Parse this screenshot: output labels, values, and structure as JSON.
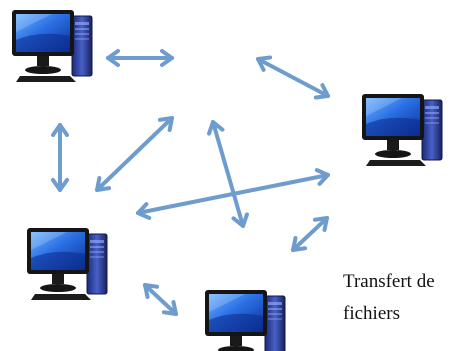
{
  "diagram": {
    "caption_line1": "Transfert de",
    "caption_line2": "fichiers",
    "nodes": [
      {
        "id": "computer-1",
        "icon": "desktop-computer-icon"
      },
      {
        "id": "computer-2",
        "icon": "desktop-computer-icon"
      },
      {
        "id": "computer-3",
        "icon": "desktop-computer-icon"
      },
      {
        "id": "computer-4",
        "icon": "desktop-computer-icon"
      }
    ],
    "colors": {
      "arrow": "#6d9ccd",
      "screen": "#1f5fd8",
      "monitor_frame": "#141414",
      "tower": "#2b3c8f"
    }
  }
}
